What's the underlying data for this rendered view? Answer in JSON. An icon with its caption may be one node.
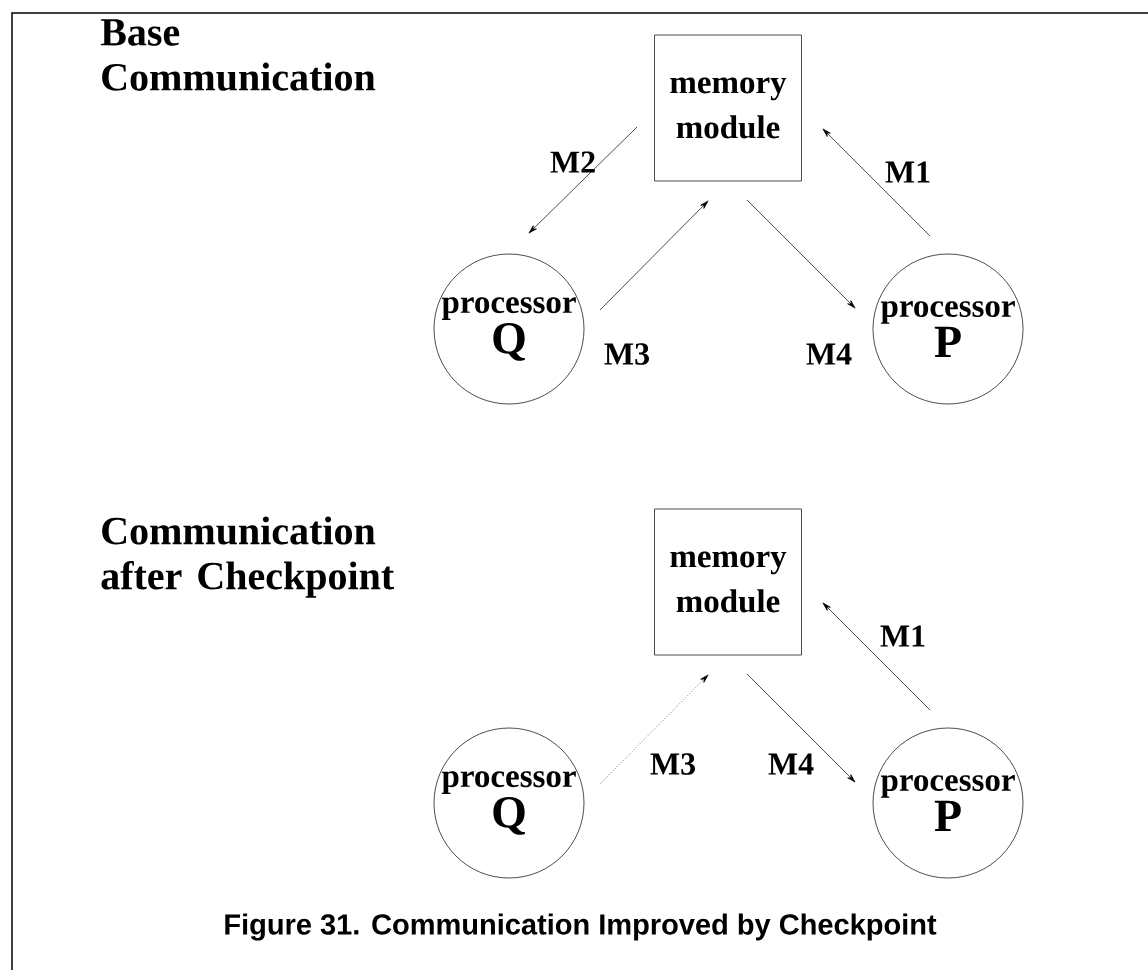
{
  "diagram": {
    "caption": "Figure 31.  Communication Improved by Checkpoint",
    "nodes": [
      {
        "text": [
          "memory module"
        ]
      },
      {
        "text": [
          "processor",
          "Q"
        ]
      },
      {
        "text": [
          "processor",
          "P"
        ]
      },
      {
        "text": [
          "memory module"
        ]
      },
      {
        "text": [
          "processor",
          "Q"
        ]
      },
      {
        "text": [
          "processor",
          "P"
        ]
      }
    ],
    "edges": [
      {
        "from": 2,
        "to": 0,
        "arrow": "to",
        "label": "M1"
      },
      {
        "from": 0,
        "to": 1,
        "arrow": "to",
        "label": "M2"
      },
      {
        "from": 1,
        "to": 0,
        "arrow": "to",
        "label": "M3"
      },
      {
        "from": 0,
        "to": 2,
        "arrow": "to",
        "label": "M4"
      },
      {
        "from": 5,
        "to": 3,
        "arrow": "to",
        "label": "M1"
      },
      {
        "from": 4,
        "to": 3,
        "arrow": "to",
        "label": "M3",
        "style": "dashed"
      },
      {
        "from": 3,
        "to": 5,
        "arrow": "to",
        "label": "M4"
      }
    ],
    "labels": [
      "Base Communication",
      "Communication after Checkpoint"
    ]
  }
}
